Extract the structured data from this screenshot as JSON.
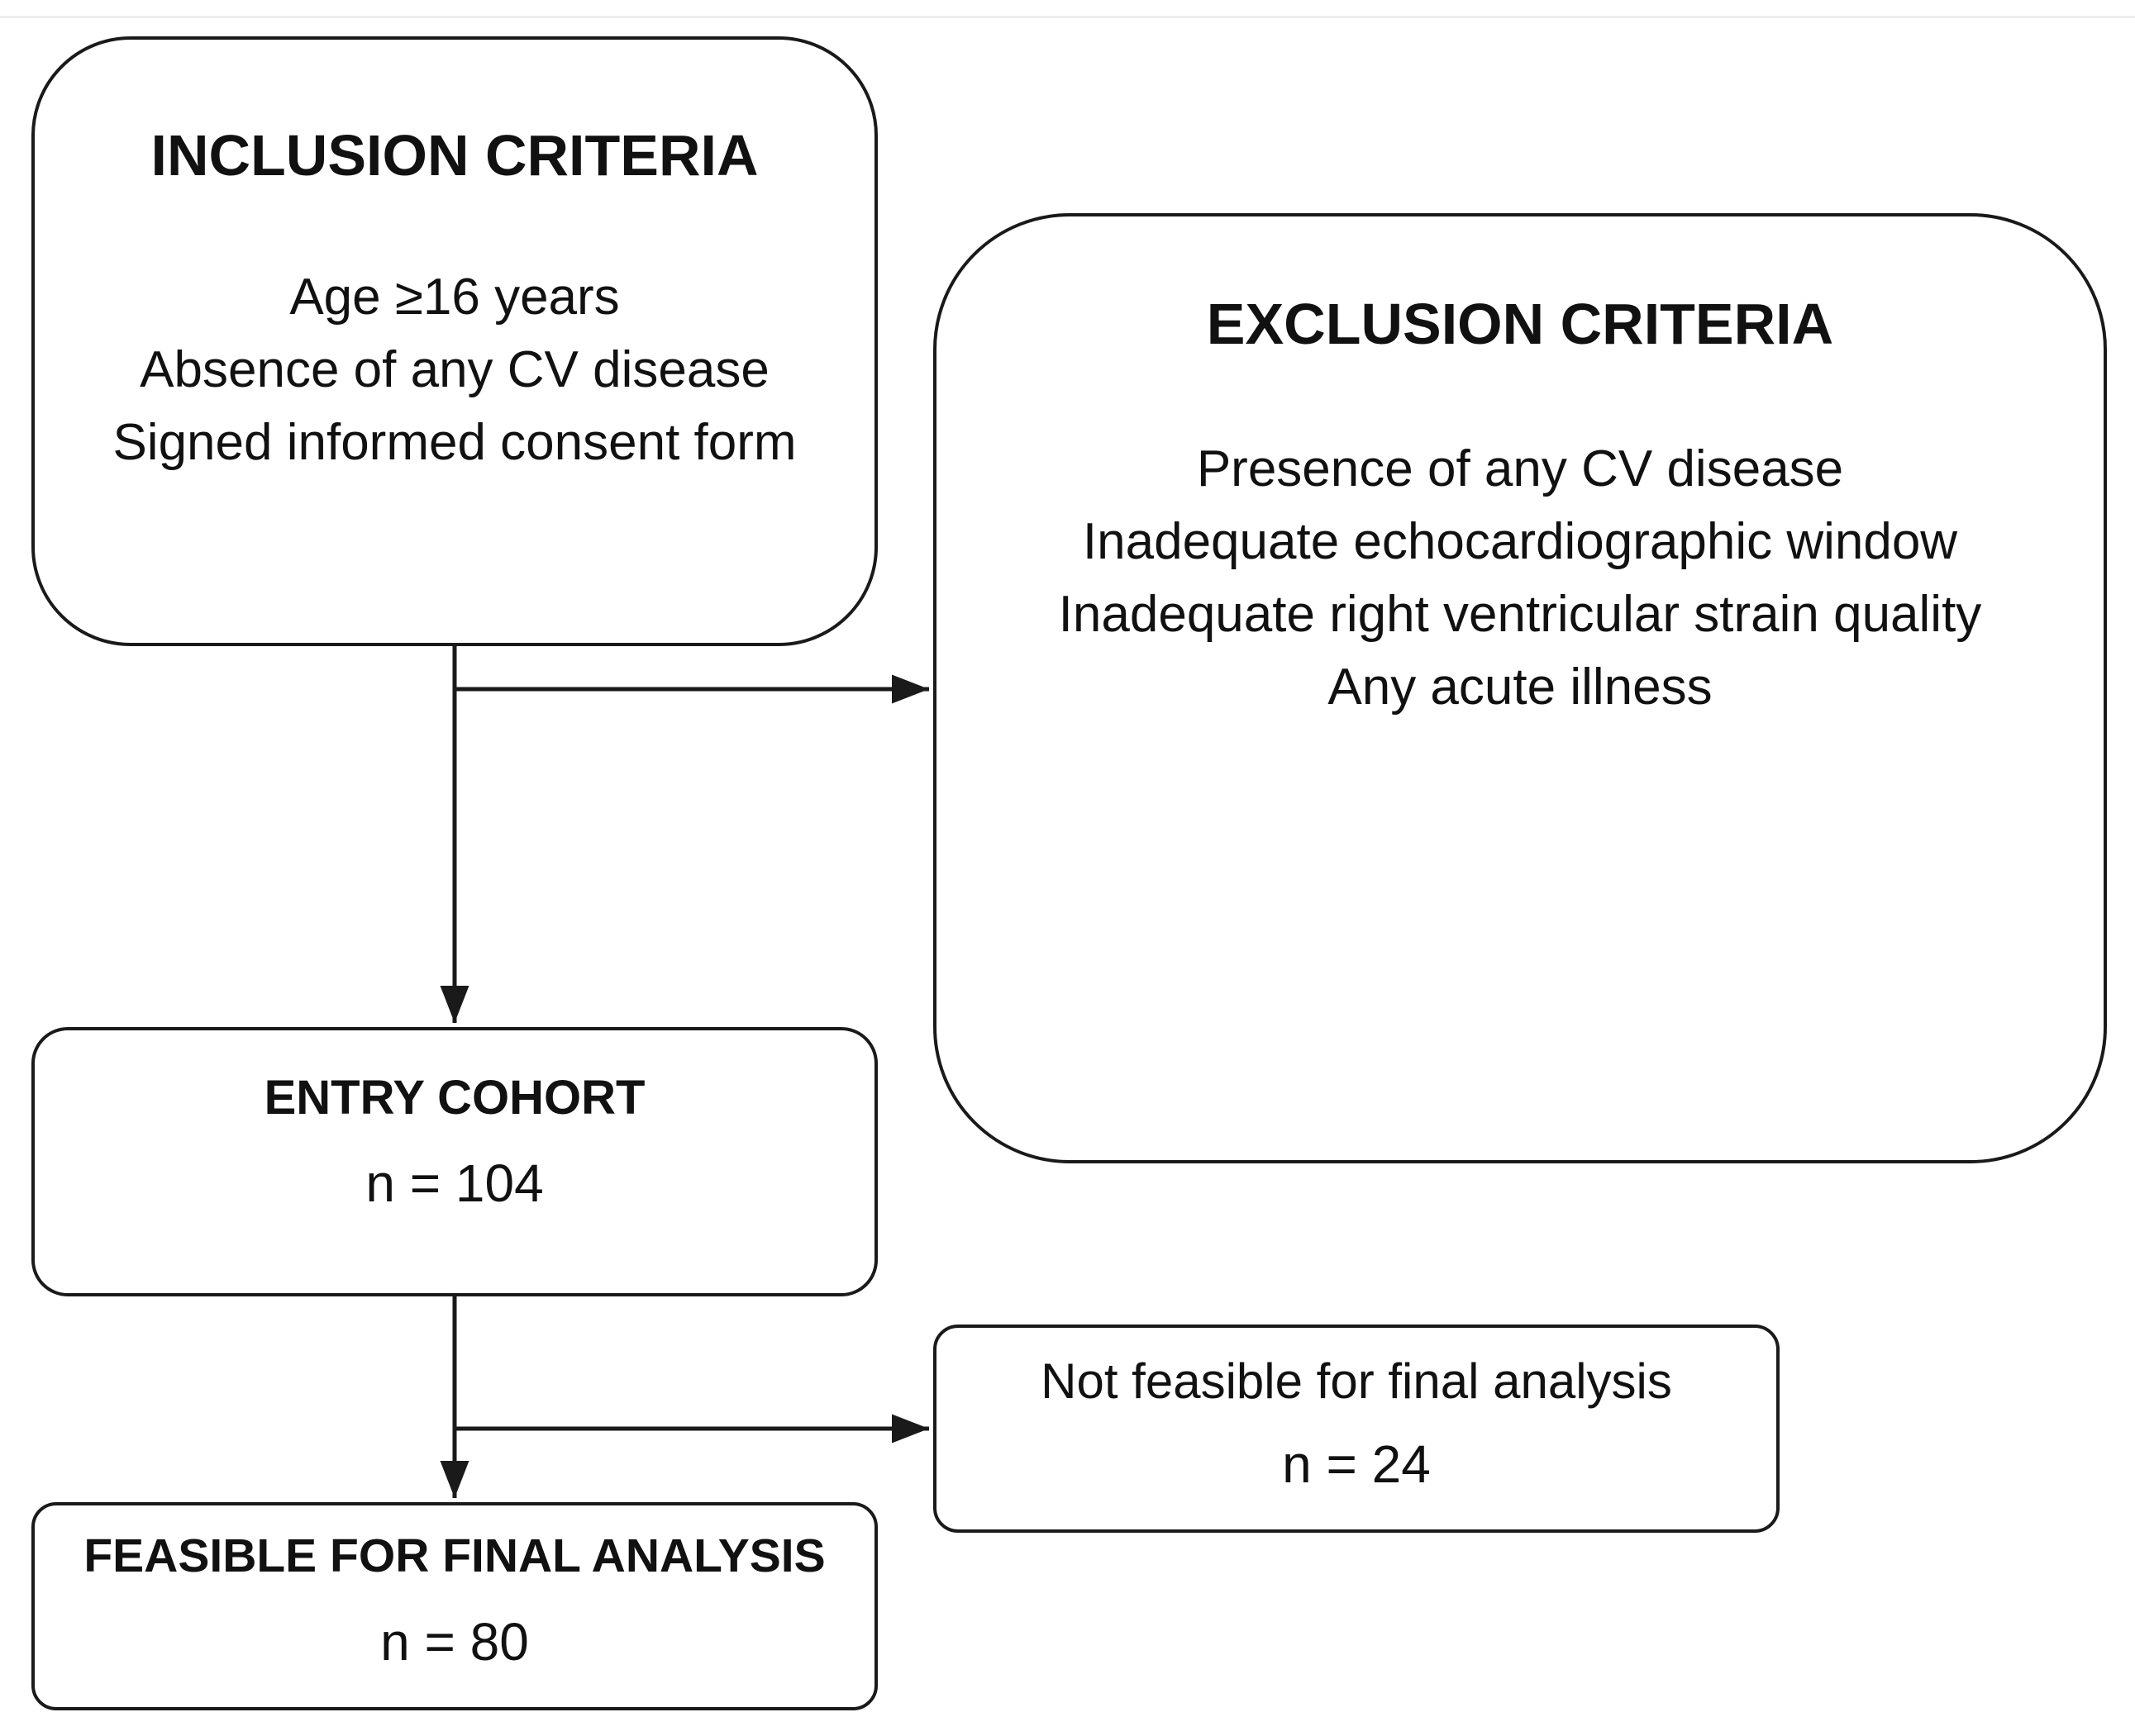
{
  "inclusion": {
    "title": "INCLUSION CRITERIA",
    "items": [
      "Age ≥16 years",
      "Absence of any CV disease",
      "Signed informed consent form"
    ]
  },
  "exclusion": {
    "title": "EXCLUSION CRITERIA",
    "items": [
      "Presence of any CV disease",
      "Inadequate echocardiographic window",
      "Inadequate right ventricular strain quality",
      "Any acute illness"
    ]
  },
  "entry_cohort": {
    "title": "ENTRY COHORT",
    "n": "n = 104"
  },
  "not_feasible": {
    "label": "Not feasible for final analysis",
    "n": "n = 24"
  },
  "final_analysis": {
    "title": "FEASIBLE FOR FINAL ANALYSIS",
    "n": "n = 80"
  }
}
